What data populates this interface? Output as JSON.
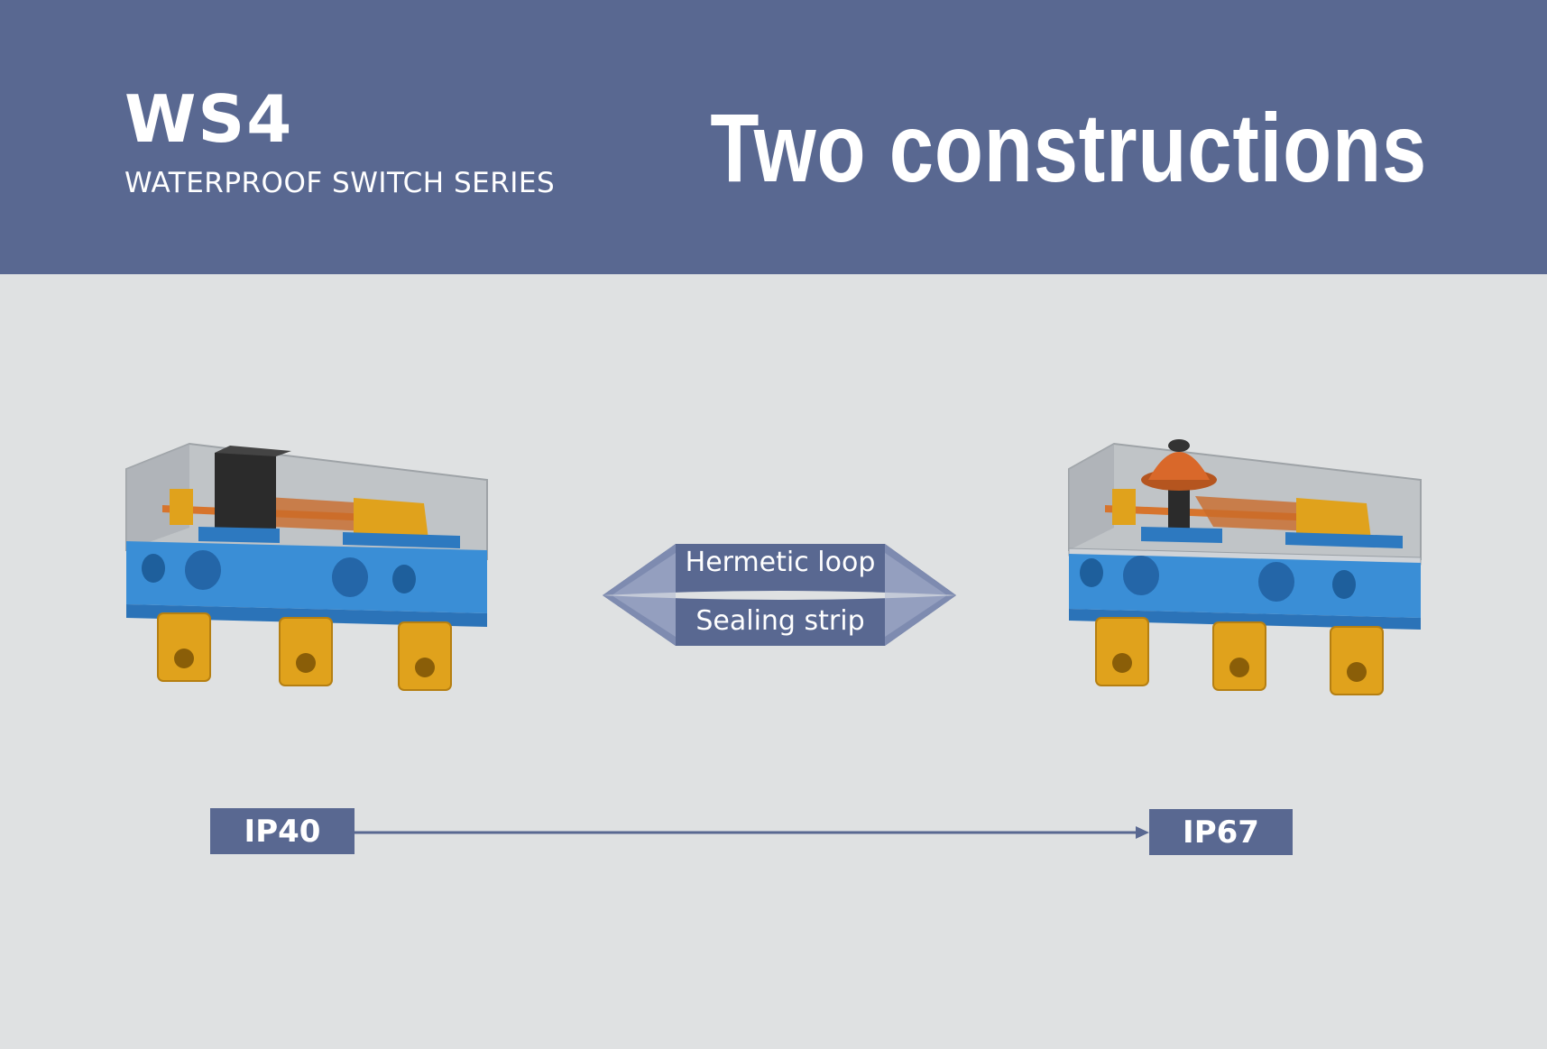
{
  "header": {
    "model": "WS4",
    "series": "WATERPROOF SWITCH SERIES",
    "headline": "Two constructions"
  },
  "center": {
    "top_label": "Hermetic loop",
    "bottom_label": "Sealing strip"
  },
  "ratings": {
    "left": "IP40",
    "right": "IP67"
  },
  "colors": {
    "header_bg": "#596891",
    "page_bg": "#dfe1e2",
    "switch_body": "#3a8ed6",
    "terminal": "#e0a21c",
    "contact_spring": "#d7742c",
    "actuator_left": "#2b2b2b",
    "actuator_right": "#d9682a"
  }
}
